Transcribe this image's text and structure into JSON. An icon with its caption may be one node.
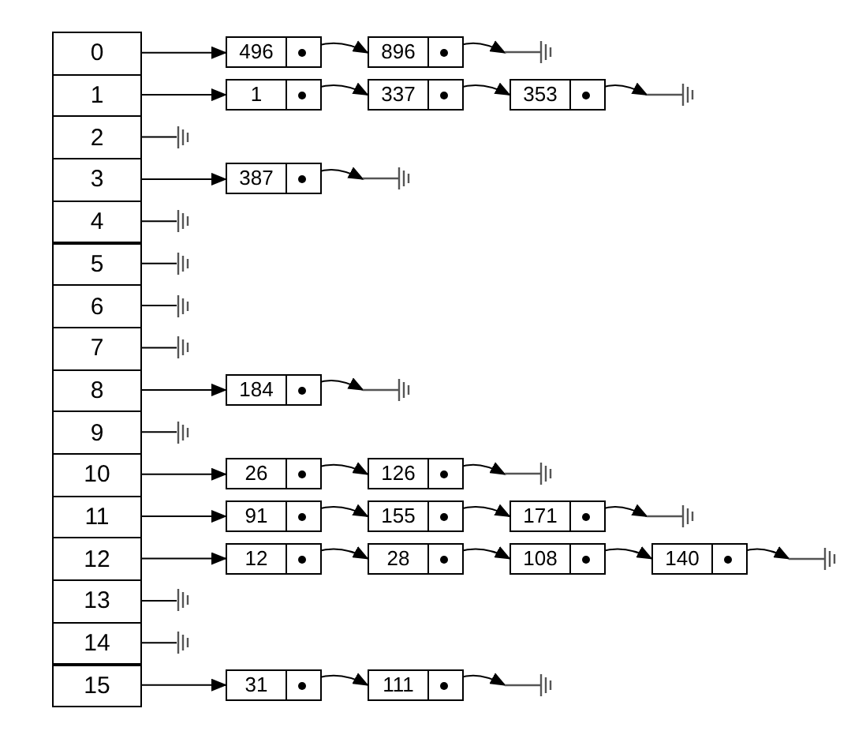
{
  "diagram": {
    "nodes": [
      {
        "text": [
          "0"
        ]
      },
      {
        "text": [
          "1"
        ]
      },
      {
        "text": [
          "2"
        ]
      },
      {
        "text": [
          "3"
        ]
      },
      {
        "text": [
          "4"
        ]
      },
      {
        "text": [
          "5"
        ]
      },
      {
        "text": [
          "6"
        ]
      },
      {
        "text": [
          "7"
        ]
      },
      {
        "text": [
          "8"
        ]
      },
      {
        "text": [
          "9"
        ]
      },
      {
        "text": [
          "10"
        ]
      },
      {
        "text": [
          "11"
        ]
      },
      {
        "text": [
          "12"
        ]
      },
      {
        "text": [
          "13"
        ]
      },
      {
        "text": [
          "14"
        ]
      },
      {
        "text": [
          "15"
        ]
      },
      {
        "text": [
          "496"
        ]
      },
      {
        "text": [
          "896"
        ]
      },
      {
        "text": [
          "1"
        ]
      },
      {
        "text": [
          "337"
        ]
      },
      {
        "text": [
          "353"
        ]
      },
      {
        "text": [
          "387"
        ]
      },
      {
        "text": [
          "184"
        ]
      },
      {
        "text": [
          "26"
        ]
      },
      {
        "text": [
          "126"
        ]
      },
      {
        "text": [
          "91"
        ]
      },
      {
        "text": [
          "155"
        ]
      },
      {
        "text": [
          "171"
        ]
      },
      {
        "text": [
          "12"
        ]
      },
      {
        "text": [
          "28"
        ]
      },
      {
        "text": [
          "108"
        ]
      },
      {
        "text": [
          "140"
        ]
      },
      {
        "text": [
          "31"
        ]
      },
      {
        "text": [
          "111"
        ]
      },
      {
        "text": [],
        "shape": "ground"
      },
      {
        "text": [],
        "shape": "ground"
      },
      {
        "text": [],
        "shape": "ground"
      },
      {
        "text": [],
        "shape": "ground"
      },
      {
        "text": [],
        "shape": "ground"
      },
      {
        "text": [],
        "shape": "ground"
      },
      {
        "text": [],
        "shape": "ground"
      },
      {
        "text": [],
        "shape": "ground"
      },
      {
        "text": [],
        "shape": "ground"
      },
      {
        "text": [],
        "shape": "ground"
      },
      {
        "text": [],
        "shape": "ground"
      },
      {
        "text": [],
        "shape": "ground"
      },
      {
        "text": [],
        "shape": "ground"
      },
      {
        "text": [],
        "shape": "ground"
      },
      {
        "text": [],
        "shape": "ground"
      },
      {
        "text": [],
        "shape": "ground"
      }
    ],
    "edges": [
      {
        "from": 0,
        "to": 16,
        "arrow": "to"
      },
      {
        "from": 16,
        "to": 17,
        "arrow": "to"
      },
      {
        "from": 17,
        "to": 34,
        "arrow": "to"
      },
      {
        "from": 1,
        "to": 18,
        "arrow": "to"
      },
      {
        "from": 18,
        "to": 19,
        "arrow": "to"
      },
      {
        "from": 19,
        "to": 20,
        "arrow": "to"
      },
      {
        "from": 20,
        "to": 35,
        "arrow": "to"
      },
      {
        "from": 2,
        "to": 36,
        "arrow": "none"
      },
      {
        "from": 3,
        "to": 21,
        "arrow": "to"
      },
      {
        "from": 21,
        "to": 37,
        "arrow": "to"
      },
      {
        "from": 4,
        "to": 38,
        "arrow": "none"
      },
      {
        "from": 5,
        "to": 39,
        "arrow": "none"
      },
      {
        "from": 6,
        "to": 40,
        "arrow": "none"
      },
      {
        "from": 7,
        "to": 41,
        "arrow": "none"
      },
      {
        "from": 8,
        "to": 22,
        "arrow": "to"
      },
      {
        "from": 22,
        "to": 42,
        "arrow": "to"
      },
      {
        "from": 9,
        "to": 43,
        "arrow": "none"
      },
      {
        "from": 10,
        "to": 23,
        "arrow": "to"
      },
      {
        "from": 23,
        "to": 24,
        "arrow": "to"
      },
      {
        "from": 24,
        "to": 44,
        "arrow": "to"
      },
      {
        "from": 11,
        "to": 25,
        "arrow": "to"
      },
      {
        "from": 25,
        "to": 26,
        "arrow": "to"
      },
      {
        "from": 26,
        "to": 27,
        "arrow": "to"
      },
      {
        "from": 27,
        "to": 45,
        "arrow": "to"
      },
      {
        "from": 12,
        "to": 28,
        "arrow": "to"
      },
      {
        "from": 28,
        "to": 29,
        "arrow": "to"
      },
      {
        "from": 29,
        "to": 30,
        "arrow": "to"
      },
      {
        "from": 30,
        "to": 31,
        "arrow": "to"
      },
      {
        "from": 31,
        "to": 46,
        "arrow": "to"
      },
      {
        "from": 13,
        "to": 47,
        "arrow": "none"
      },
      {
        "from": 14,
        "to": 48,
        "arrow": "none"
      },
      {
        "from": 15,
        "to": 32,
        "arrow": "to"
      },
      {
        "from": 32,
        "to": 33,
        "arrow": "to"
      },
      {
        "from": 33,
        "to": 49,
        "arrow": "to"
      }
    ]
  }
}
